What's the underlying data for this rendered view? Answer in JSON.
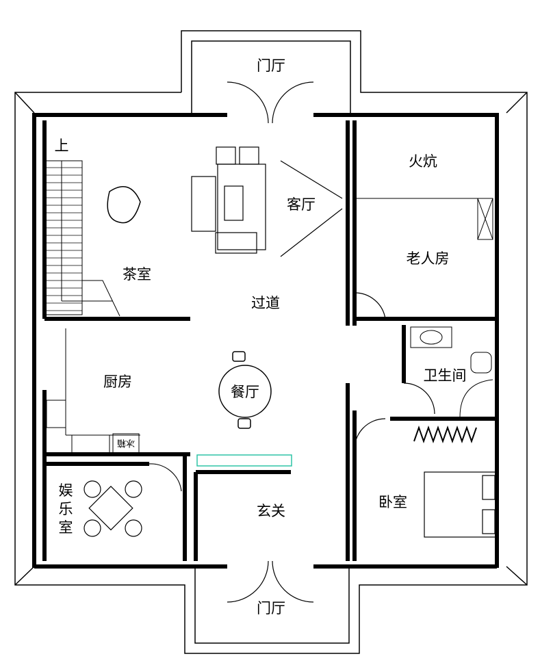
{
  "rooms": {
    "entry_hall_top": "门厅",
    "living_room": "客厅",
    "tea_room": "茶室",
    "stairs_up": "上",
    "kang": "火炕",
    "elder_room": "老人房",
    "corridor": "过道",
    "kitchen": "厨房",
    "dining_room": "餐厅",
    "bathroom": "卫生间",
    "fridge": "冰箱",
    "entertainment_room": "娱乐室",
    "foyer": "玄关",
    "bedroom": "卧室",
    "entry_hall_bottom": "门厅"
  },
  "colors": {
    "wall": "#000000",
    "cabinet": "#2ec4a6"
  }
}
